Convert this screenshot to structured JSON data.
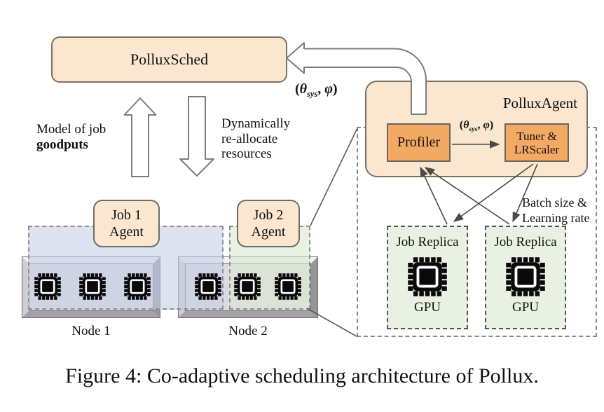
{
  "scheduler": {
    "label": "PolluxSched"
  },
  "agent": {
    "title": "PolluxAgent",
    "profiler_label": "Profiler",
    "tuner_line1": "Tuner &",
    "tuner_line2": "LRScaler"
  },
  "signals": {
    "theta_open": "(",
    "theta": "θ",
    "theta_sub": "sys",
    "theta_sep": ", ",
    "phi": "φ",
    "theta_close": ")"
  },
  "arrows": {
    "up_label_line1": "Model of job",
    "up_label_line2": "goodputs",
    "down_label_line1": "Dynamically",
    "down_label_line2": "re-allocate",
    "down_label_line3": "resources",
    "batch_line1": "Batch size &",
    "batch_line2": "Learning rate"
  },
  "cluster": {
    "job1_agent_line1": "Job 1",
    "job1_agent_line2": "Agent",
    "job2_agent_line1": "Job 2",
    "job2_agent_line2": "Agent",
    "node1_label": "Node 1",
    "node2_label": "Node 2"
  },
  "replicas": {
    "replica_label": "Job Replica",
    "gpu_label": "GPU"
  },
  "caption": "Figure 4: Co-adaptive scheduling architecture of Pollux.",
  "colors": {
    "box_peach_fill": "#fbe6cf",
    "box_peach_border": "#7b7365",
    "box_orange_fill": "#f2a963",
    "replica_green_fill": "#e9f1e2",
    "job1_tint_blue": "#dde2f1",
    "job2_tint_green": "#e9f1e3",
    "line_gray": "#4a4a4a",
    "dash_gray": "#8a8a8a",
    "chip_black": "#0a0a0a"
  }
}
